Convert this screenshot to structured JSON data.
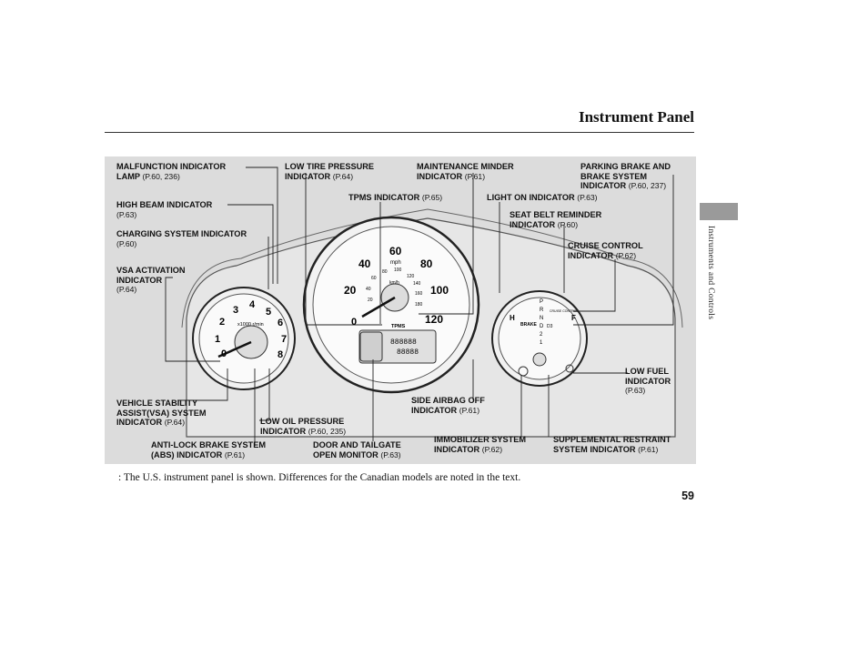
{
  "header": {
    "title": "Instrument Panel"
  },
  "sidebar": {
    "section": "Instruments and Controls"
  },
  "labels": [
    {
      "id": "mil",
      "text": "MALFUNCTION INDICATOR\nLAMP",
      "ref": "(P.60, 236)"
    },
    {
      "id": "high-beam",
      "text": "HIGH BEAM INDICATOR",
      "ref": "(P.63)"
    },
    {
      "id": "charging",
      "text": "CHARGING SYSTEM INDICATOR",
      "ref": "(P.60)"
    },
    {
      "id": "vsa-activation",
      "text": "VSA ACTIVATION\nINDICATOR",
      "ref": "(P.64)"
    },
    {
      "id": "vsa-system",
      "text": "VEHICLE STABILITY\nASSIST(VSA) SYSTEM\nINDICATOR",
      "ref": "(P.64)"
    },
    {
      "id": "low-oil",
      "text": "LOW OIL PRESSURE\nINDICATOR",
      "ref": "(P.60, 235)"
    },
    {
      "id": "abs",
      "text": "ANTI-LOCK BRAKE SYSTEM\n(ABS) INDICATOR",
      "ref": "(P.61)"
    },
    {
      "id": "low-tire",
      "text": "LOW TIRE PRESSURE\nINDICATOR",
      "ref": "(P.64)"
    },
    {
      "id": "tpms",
      "text": "TPMS INDICATOR",
      "ref": "(P.65)"
    },
    {
      "id": "maint",
      "text": "MAINTENANCE MINDER\nINDICATOR",
      "ref": "(P.61)"
    },
    {
      "id": "light-on",
      "text": "LIGHT ON INDICATOR",
      "ref": "(P.63)"
    },
    {
      "id": "parking",
      "text": "PARKING BRAKE AND\nBRAKE SYSTEM\nINDICATOR",
      "ref": "(P.60, 237)"
    },
    {
      "id": "seatbelt",
      "text": "SEAT BELT REMINDER\nINDICATOR",
      "ref": "(P.60)"
    },
    {
      "id": "cruise",
      "text": "CRUISE CONTROL\nINDICATOR",
      "ref": "(P.62)"
    },
    {
      "id": "low-fuel",
      "text": "LOW FUEL\nINDICATOR",
      "ref": "(P.63)"
    },
    {
      "id": "airbag-off",
      "text": "SIDE AIRBAG OFF\nINDICATOR",
      "ref": "(P.61)"
    },
    {
      "id": "door",
      "text": "DOOR AND TAILGATE\nOPEN MONITOR",
      "ref": "(P.63)"
    },
    {
      "id": "immob",
      "text": "IMMOBILIZER SYSTEM\nINDICATOR",
      "ref": "(P.62)"
    },
    {
      "id": "srs",
      "text": "SUPPLEMENTAL RESTRAINT\nSYSTEM INDICATOR",
      "ref": "(P.61)"
    }
  ],
  "gauges": {
    "tach_numbers": [
      "0",
      "1",
      "2",
      "3",
      "4",
      "5",
      "6",
      "7",
      "8"
    ],
    "tach_unit": "x1000 r/min",
    "speedo_mph": [
      "0",
      "20",
      "40",
      "60",
      "80",
      "100",
      "120"
    ],
    "speedo_kmh": [
      "20",
      "40",
      "60",
      "80",
      "100",
      "120",
      "140",
      "160",
      "180"
    ],
    "speedo_unit": "mph",
    "speedo_unit2": "km/h",
    "tpms_text": "TPMS",
    "fuel_text": "F",
    "temp_text": "H",
    "gear_letters": [
      "P",
      "R",
      "N",
      "D",
      "D3",
      "2",
      "1"
    ],
    "odometer_text": "888888",
    "trip_text": "88888",
    "brake_text": "BRAKE",
    "cruise_text": "CRUISE CONTROL"
  },
  "footnote": ": The U.S. instrument panel is shown. Differences for the Canadian models are noted in the text.",
  "page_number": "59"
}
